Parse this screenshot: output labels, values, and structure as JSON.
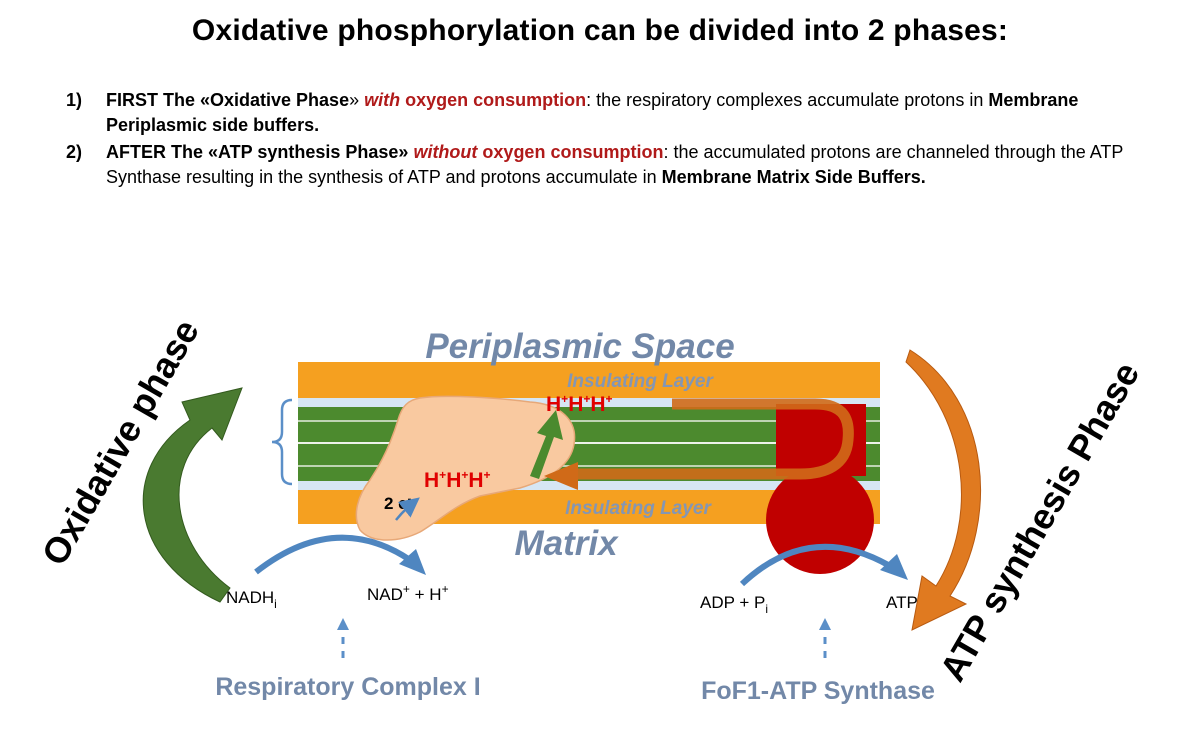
{
  "title": "Oxidative phosphorylation can be divided into 2 phases:",
  "list": [
    {
      "num": "1)",
      "lead": "FIRST The «Oxidative Phase",
      "close": "»",
      "qualifier": "with",
      "oxygen": " oxygen consumption",
      "rest": ": the respiratory complexes accumulate protons   in ",
      "tail": "Membrane Periplasmic side buffers."
    },
    {
      "num": "2)",
      "lead": "AFTER The «ATP synthesis Phase» ",
      "qualifier": "without",
      "oxygen": " oxygen consumption",
      "rest": ": the accumulated protons are channeled through the ATP Synthase resulting in the synthesis of ATP and protons accumulate in ",
      "tail": "Membrane Matrix Side Buffers."
    }
  ],
  "diagram": {
    "periplasmic_space": "Periplasmic Space",
    "matrix": "Matrix",
    "insulating_layer_top": "Insulating Layer",
    "insulating_layer_bottom": "Insulating Layer",
    "protons_top": [
      "H",
      "+",
      "H",
      "+",
      "H",
      "+"
    ],
    "protons_mid": [
      "H",
      "+",
      "H",
      "+",
      "H",
      "+"
    ],
    "electrons": "2 e",
    "electrons_sup": "-",
    "nadh": "NADH",
    "nadh_sub": "i",
    "nad": "NAD",
    "nad_sup": "+",
    "nad_rest": " + H",
    "nad_rest_sup": "+",
    "adp": "ADP + P",
    "adp_sub": "i",
    "atp": "ATP",
    "respiratory_complex": "Respiratory Complex I",
    "atp_synthase": "FoF1-ATP Synthase",
    "oxidative_phase": "Oxidative phase",
    "atp_synthesis_phase": "ATP synthesis Phase"
  },
  "colors": {
    "orange_layer": "#f5a020",
    "green_core": "#4c8a2e",
    "membrane_blue": "#cfe0f2",
    "complex_body": "#f9c9a0",
    "synthase_red": "#c00000",
    "arrow_green": "#4a7a30",
    "arrow_orange": "#e07020",
    "arrow_blue": "#4f86c0",
    "label_blue": "#7288a8",
    "proton_red": "#e00000"
  }
}
